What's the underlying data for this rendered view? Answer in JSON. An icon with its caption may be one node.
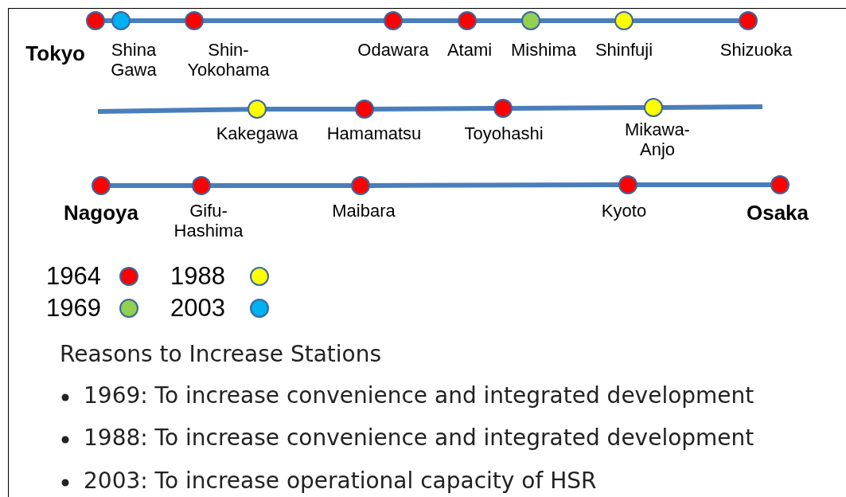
{
  "diagram": {
    "nodes": [
      {
        "text": [
          "Tokyo"
        ]
      },
      {
        "text": [
          "Shina Gawa"
        ]
      },
      {
        "text": [
          "Shin- Yokohama"
        ]
      },
      {
        "text": [
          "Odawara"
        ]
      },
      {
        "text": [
          "Atami"
        ]
      },
      {
        "text": [
          "Mishima"
        ]
      },
      {
        "text": [
          "Shinfuji"
        ]
      },
      {
        "text": [
          "Shizuoka"
        ]
      },
      {
        "text": [
          "Kakegawa"
        ]
      },
      {
        "text": [
          "Hamamatsu"
        ]
      },
      {
        "text": [
          "Toyohashi"
        ]
      },
      {
        "text": [
          "Mikawa- Anjo"
        ]
      },
      {
        "text": [
          "Nagoya"
        ]
      },
      {
        "text": [
          "Gifu- Hashima"
        ]
      },
      {
        "text": [
          "Maibara"
        ]
      },
      {
        "text": [
          "Kyoto"
        ]
      },
      {
        "text": [
          "Osaka"
        ]
      }
    ],
    "edges": [
      {
        "from": 0,
        "to": 1,
        "arrow": "none"
      },
      {
        "from": 1,
        "to": 2,
        "arrow": "none"
      },
      {
        "from": 2,
        "to": 3,
        "arrow": "none"
      },
      {
        "from": 3,
        "to": 4,
        "arrow": "none"
      },
      {
        "from": 4,
        "to": 5,
        "arrow": "none"
      },
      {
        "from": 5,
        "to": 6,
        "arrow": "none"
      },
      {
        "from": 6,
        "to": 7,
        "arrow": "none"
      },
      {
        "from": null,
        "to": 8,
        "arrow": "none"
      },
      {
        "from": 8,
        "to": 9,
        "arrow": "none"
      },
      {
        "from": 9,
        "to": 10,
        "arrow": "none"
      },
      {
        "from": 10,
        "to": 11,
        "arrow": "none"
      },
      {
        "from": 11,
        "to": null,
        "arrow": "none"
      },
      {
        "from": 12,
        "to": 13,
        "arrow": "none"
      },
      {
        "from": 13,
        "to": 14,
        "arrow": "none"
      },
      {
        "from": 14,
        "to": 15,
        "arrow": "none"
      },
      {
        "from": 15,
        "to": 16,
        "arrow": "none"
      }
    ],
    "labels": [
      "Reasons to Increase Stations",
      "1969: To increase convenience and integrated development",
      "1988: To increase convenience and integrated development",
      "2003: To increase operational capacity of HSR"
    ],
    "legend": [
      {
        "text": "1964",
        "color": "#ff0000"
      },
      {
        "text": "1988",
        "color": "#ffff00"
      },
      {
        "text": "1969",
        "color": "#92d050"
      },
      {
        "text": "2003",
        "color": "#00b0f0"
      }
    ]
  }
}
